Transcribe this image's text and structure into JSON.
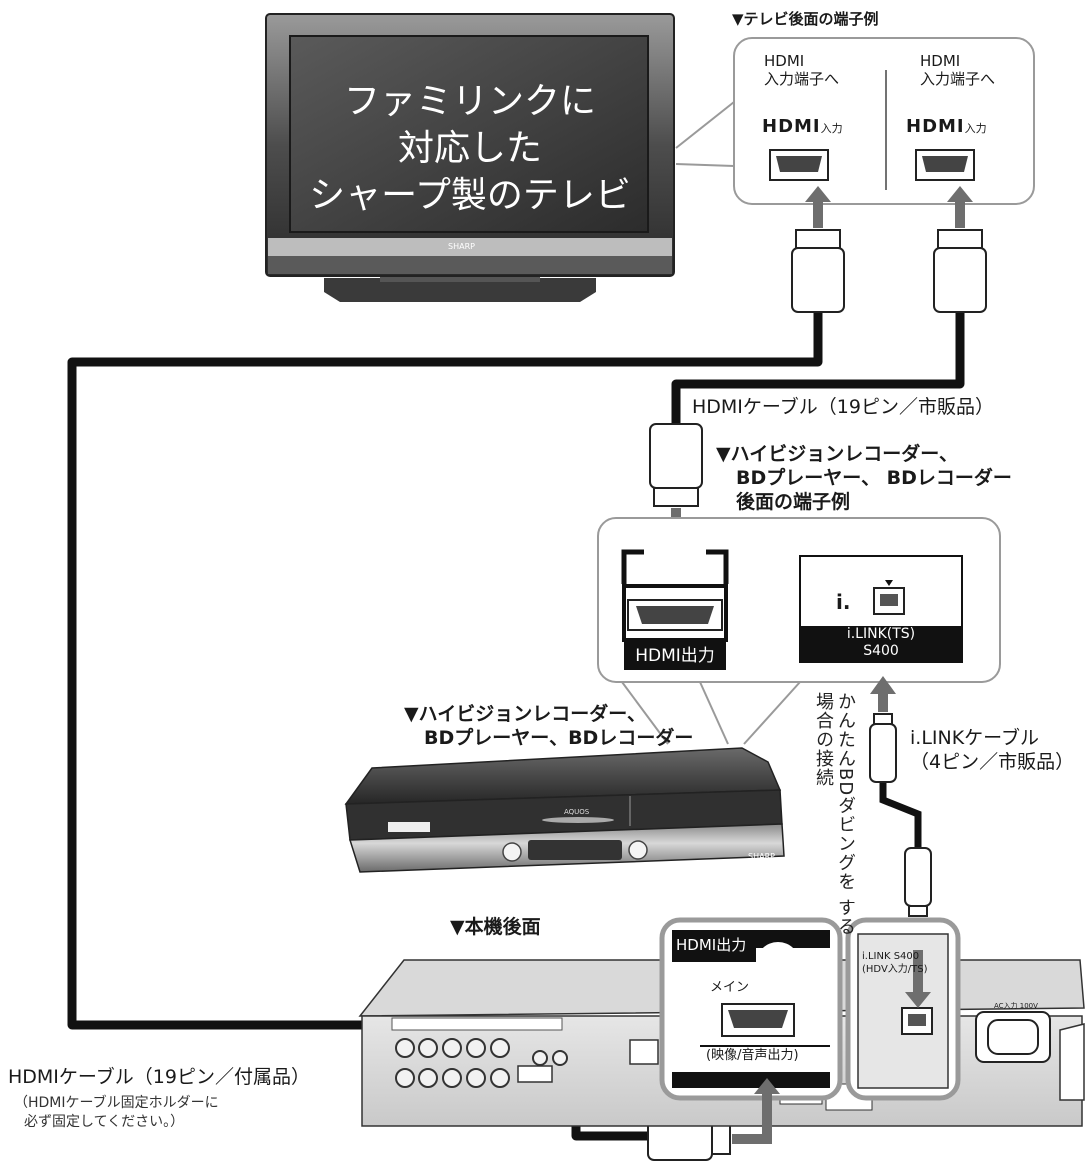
{
  "tv": {
    "screen_lines": [
      "ファミリンクに",
      "対応した",
      "シャープ製のテレビ"
    ],
    "brand": "SHARP"
  },
  "tv_terminals": {
    "title": "▼テレビ後面の端子例",
    "port_label_line1": "HDMI",
    "port_label_line2": "入力端子へ",
    "hdmi_logo": "HDMI",
    "hdmi_suffix": "入力"
  },
  "cable_top": {
    "label": "HDMIケーブル（19ピン／市販品）"
  },
  "recorder_terminals": {
    "title_lines": [
      "▼ハイビジョンレコーダー、",
      "BDプレーヤー、 BDレコーダー",
      "後面の端子例"
    ],
    "hdmi_out": "HDMI出力",
    "ilink_line1": "i.LINK(TS)",
    "ilink_line2": "S400",
    "ilink_symbol": "i."
  },
  "recorder": {
    "title_lines": [
      "▼ハイビジョンレコーダー、",
      "BDプレーヤー、BDレコーダー"
    ],
    "brand": "SHARP",
    "series": "AQUOS"
  },
  "ilink_cable": {
    "label_line1": "i.LINKケーブル",
    "label_line2": "（4ピン／市販品）"
  },
  "dubbing_note": {
    "line1": "かんたんBDダビングを",
    "line2": "する場合の接続"
  },
  "main_unit": {
    "title": "▼本機後面",
    "hdmi_out": "HDMI出力",
    "main_label": "メイン",
    "av_label": "(映像/音声出力)",
    "ilink_line1": "i.LINK S400",
    "ilink_line2": "(HDV入力/TS)",
    "ac_label": "AC入力 100V"
  },
  "cable_bottom": {
    "label": "HDMIケーブル（19ピン／付属品）",
    "note_line1": "（HDMIケーブル固定ホルダーに",
    "note_line2": "必ず固定してください。）"
  },
  "colors": {
    "frame": "#9a9a9a",
    "cable": "#111111",
    "arrow": "#6e6e6e",
    "device": "#333333"
  }
}
